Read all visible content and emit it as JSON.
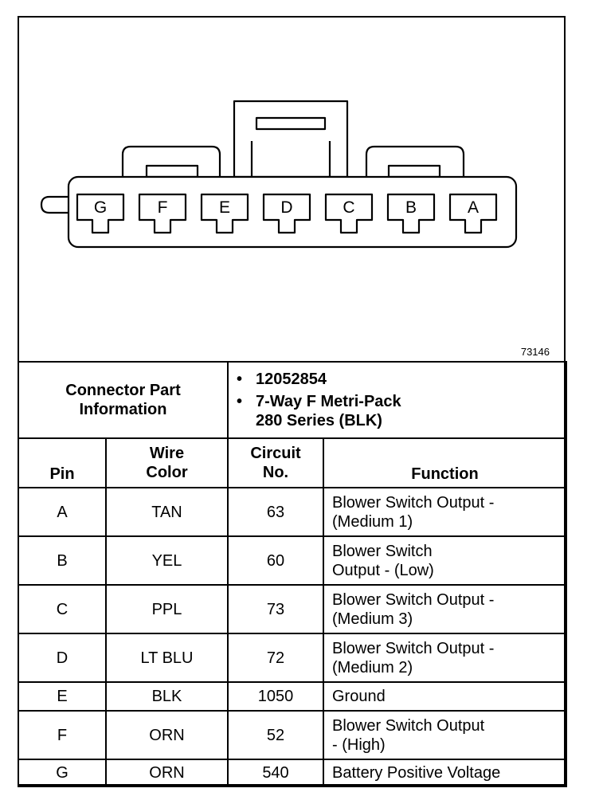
{
  "diagram": {
    "id": "73146",
    "pins": [
      "G",
      "F",
      "E",
      "D",
      "C",
      "B",
      "A"
    ]
  },
  "connector_info": {
    "title_line1": "Connector Part",
    "title_line2": "Information",
    "items": [
      {
        "line1": "12052854",
        "line2": ""
      },
      {
        "line1": "7-Way F Metri-Pack",
        "line2": "280 Series (BLK)"
      }
    ]
  },
  "table": {
    "headers": {
      "pin": "Pin",
      "wire_line1": "Wire",
      "wire_line2": "Color",
      "circuit_line1": "Circuit",
      "circuit_line2": "No.",
      "function": "Function"
    },
    "rows": [
      {
        "pin": "A",
        "color": "TAN",
        "circuit": "63",
        "f1": "Blower Switch Output -",
        "f2": "(Medium 1)"
      },
      {
        "pin": "B",
        "color": "YEL",
        "circuit": "60",
        "f1": "Blower Switch",
        "f2": "Output - (Low)"
      },
      {
        "pin": "C",
        "color": "PPL",
        "circuit": "73",
        "f1": "Blower Switch Output -",
        "f2": "(Medium 3)"
      },
      {
        "pin": "D",
        "color": "LT BLU",
        "circuit": "72",
        "f1": "Blower Switch Output -",
        "f2": "(Medium 2)"
      },
      {
        "pin": "E",
        "color": "BLK",
        "circuit": "1050",
        "f1": "Ground",
        "f2": ""
      },
      {
        "pin": "F",
        "color": "ORN",
        "circuit": "52",
        "f1": "Blower Switch Output",
        "f2": "- (High)"
      },
      {
        "pin": "G",
        "color": "ORN",
        "circuit": "540",
        "f1": "Battery Positive Voltage",
        "f2": ""
      }
    ]
  }
}
